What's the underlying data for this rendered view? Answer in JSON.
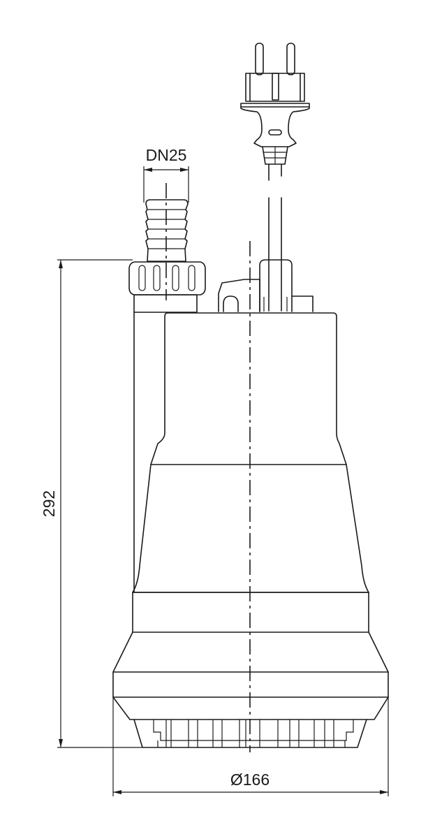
{
  "drawing": {
    "subject": "submersible pump side view",
    "outlet_dimension": "DN25",
    "height_dimension": "292",
    "diameter_dimension": "Ø166"
  },
  "colors": {
    "line": "#1a1a1a",
    "background": "#ffffff"
  }
}
